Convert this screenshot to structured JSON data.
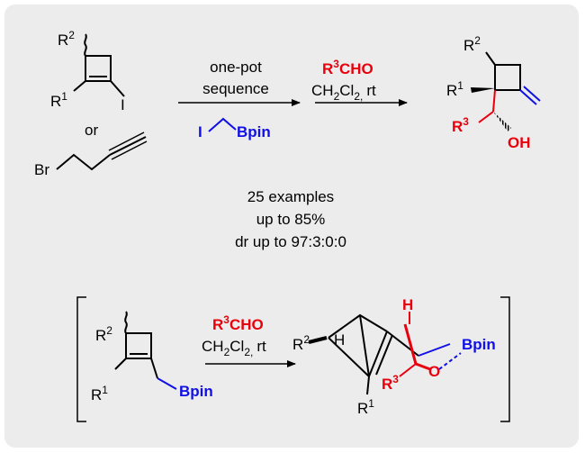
{
  "top_scheme": {
    "substrate_1": {
      "r2": "R",
      "r2_sup": "2",
      "r1": "R",
      "r1_sup": "1",
      "halide": "I"
    },
    "or_label": "or",
    "substrate_2": {
      "halide": "Br"
    },
    "step1": {
      "line1": "one-pot",
      "line2": "sequence",
      "reagent_iodo": "I",
      "reagent_bpin": "Bpin"
    },
    "step2": {
      "aldehyde_r": "R",
      "aldehyde_sup": "3",
      "aldehyde_cho": "CHO",
      "solvent_ch": "CH",
      "solvent_sub1": "2",
      "solvent_cl": "Cl",
      "solvent_sub2": "2,",
      "temperature": "rt"
    },
    "product": {
      "r2": "R",
      "r2_sup": "2",
      "r1": "R",
      "r1_sup": "1",
      "r3": "R",
      "r3_sup": "3",
      "oh": "OH"
    }
  },
  "summary": {
    "examples": "25 examples",
    "yield": "up to 85%",
    "dr": "dr up to 97:3:0:0"
  },
  "bottom_scheme": {
    "intermediate": {
      "r2": "R",
      "r2_sup": "2",
      "r1": "R",
      "r1_sup": "1",
      "bpin": "Bpin"
    },
    "reagents": {
      "aldehyde_r": "R",
      "aldehyde_sup": "3",
      "aldehyde_cho": "CHO",
      "solvent_ch": "CH",
      "solvent_sub1": "2",
      "solvent_cl": "Cl",
      "solvent_sub2": "2,",
      "temperature": "rt"
    },
    "transition_state": {
      "r2": "R",
      "r2_sup": "2",
      "h_left": "H",
      "h_top": "H",
      "bpin": "Bpin",
      "r3": "R",
      "r3_sup": "3",
      "o": "O",
      "r1": "R",
      "r1_sup": "1"
    }
  },
  "colors": {
    "panel": "#ececec",
    "red": "#e8000d",
    "blue": "#1010e6",
    "black": "#000000"
  }
}
